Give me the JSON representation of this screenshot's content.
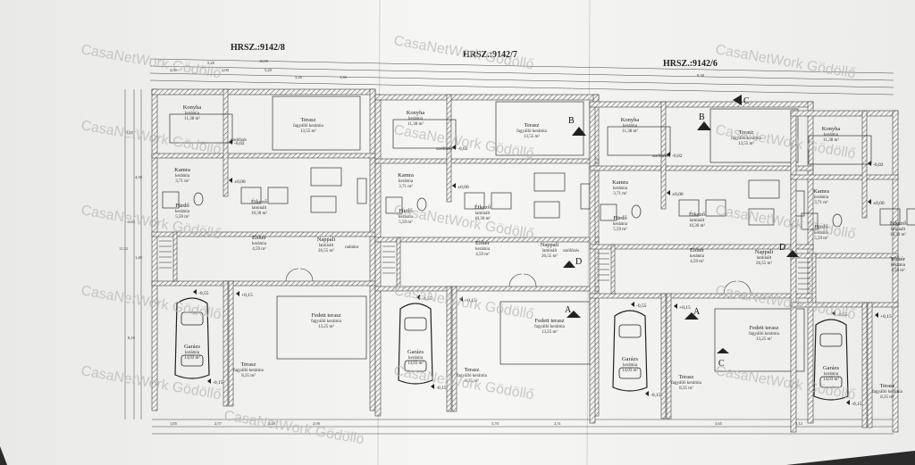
{
  "hrsz": [
    "HRSZ.:9142/8",
    "HRSZ.:9142/7",
    "HRSZ.:9142/6"
  ],
  "watermark": "CasaNetWork Gödöllő",
  "rooms": [
    {
      "name": "Konyha",
      "use": "kerámia",
      "area": "11,38 m²"
    },
    {
      "name": "Terasz",
      "use": "fagyálló kerámia",
      "area": "13,55 m²"
    },
    {
      "name": "Kamra",
      "use": "kerámia",
      "area": "3,71 m²"
    },
    {
      "name": "Fürdő",
      "use": "kerámia",
      "area": "5,59 m²"
    },
    {
      "name": "Étkező",
      "use": "laminált",
      "area": "10,30 m²"
    },
    {
      "name": "Előtér",
      "use": "kerámia",
      "area": "4,59 m²"
    },
    {
      "name": "Nappali",
      "use": "laminált",
      "area": "26,55 m²"
    },
    {
      "name": "Fedett terasz",
      "use": "fagyálló kerámia",
      "area": "13,25 m²"
    },
    {
      "name": "Garázs",
      "use": "kerámia",
      "area": "14,03 m²"
    },
    {
      "name": "Terasz",
      "use": "fagyálló kerámia",
      "area": "8,35 m²"
    }
  ],
  "section_marks": [
    "A",
    "B",
    "C",
    "D"
  ],
  "level_marks": [
    "±0,00",
    "-0,02",
    "-0,15",
    "-0,55",
    "+0,15"
  ],
  "dims_top": [
    "5,28",
    "5,20",
    "2,00",
    "3,26",
    "2,00",
    "1,39",
    "10,95",
    "9,38"
  ],
  "dims_bottom": [
    "1,85",
    "2,57",
    "2,29",
    "2,00",
    "3,70",
    "2,51",
    "3,65",
    "5,12"
  ],
  "dims_left": [
    "3,85",
    "11,52",
    "3,69",
    "1,49",
    "4,30",
    "8,10"
  ],
  "misc_labels": [
    "szellőzés",
    "radiátor"
  ]
}
